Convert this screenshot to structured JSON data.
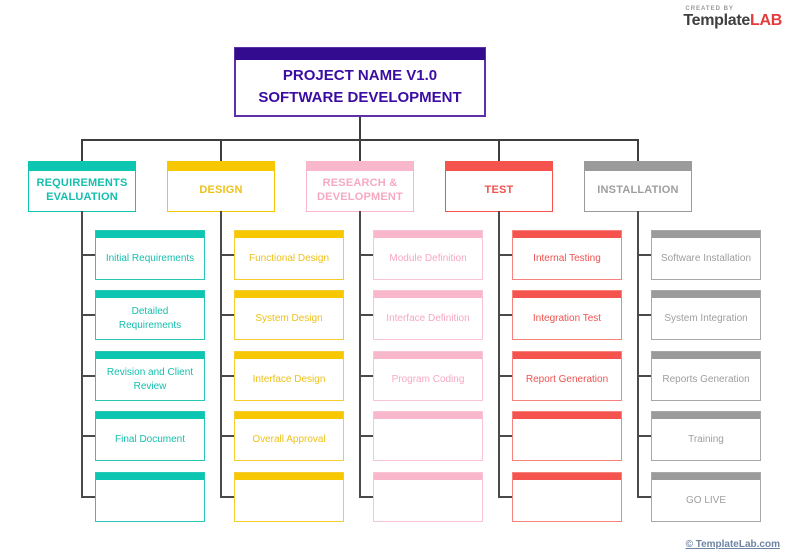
{
  "logo": {
    "created_by": "CREATED BY",
    "brand_template": "Template",
    "brand_lab": "LAB"
  },
  "root": {
    "line1": "PROJECT NAME V1.0",
    "line2": "SOFTWARE DEVELOPMENT",
    "bar_color": "#330b8f",
    "border_color": "#5a31a8",
    "text_color": "#3a0ca3"
  },
  "branches": [
    {
      "label": "REQUIREMENTS EVALUATION",
      "color": "#0dc6b2",
      "items": [
        "Initial Requirements",
        "Detailed Requirements",
        "Revision and Client Review",
        "Final Document",
        ""
      ]
    },
    {
      "label": "DESIGN",
      "color": "#f7c800",
      "items": [
        "Functional Design",
        "System Design",
        "Interface Design",
        "Overall Approval",
        ""
      ]
    },
    {
      "label": "RESEARCH & DEVELOPMENT",
      "color": "#f9b7cb",
      "items": [
        "Module Definition",
        "Interface Definition",
        "Program Coding",
        "",
        ""
      ]
    },
    {
      "label": "TEST",
      "color": "#f4534e",
      "items": [
        "Internal Testing",
        "Integration Test",
        "Report Generation",
        "",
        ""
      ]
    },
    {
      "label": "INSTALLATION",
      "color": "#9b9b9b",
      "items": [
        "Software Installation",
        "System Integration",
        "Reports Generation",
        "Training",
        "GO LIVE"
      ]
    }
  ],
  "footer": {
    "credit": "© TemplateLab.com"
  },
  "connector_color": "#3d3d3d"
}
